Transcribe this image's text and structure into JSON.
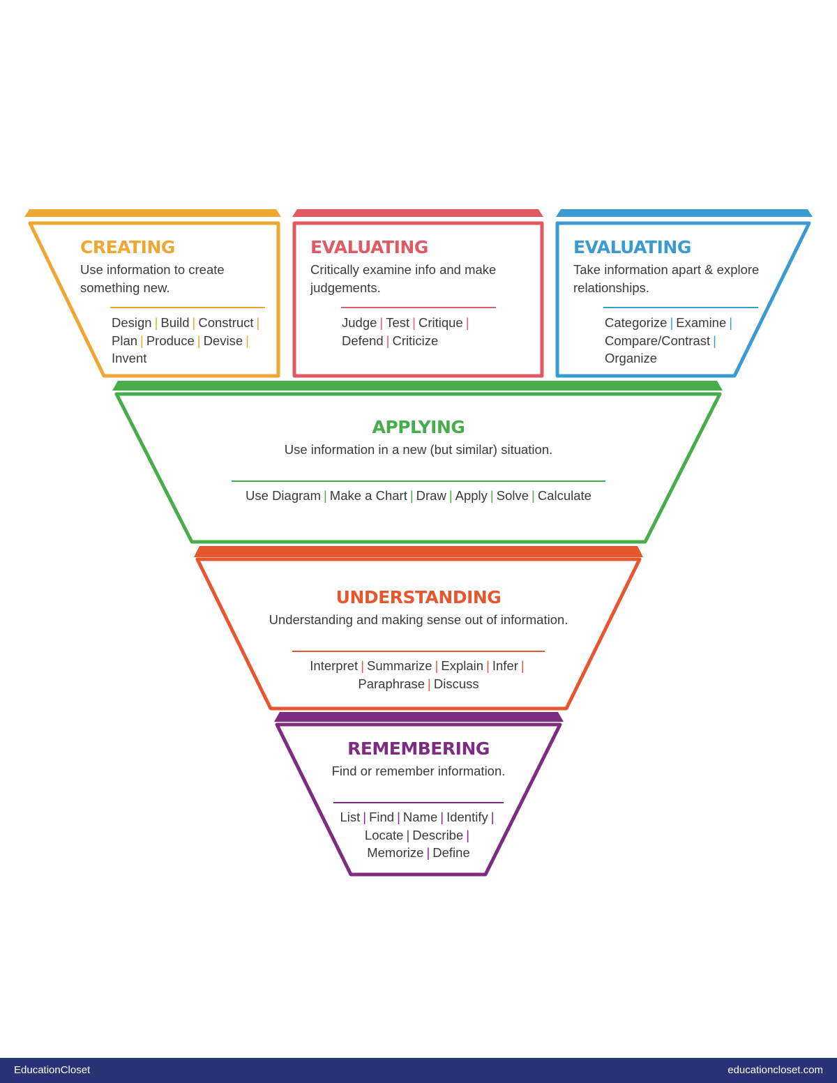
{
  "colors": {
    "creating": "#eda732",
    "evaluating_red": "#e05a64",
    "analyzing_blue": "#3a9bd3",
    "applying": "#46ad4a",
    "understanding": "#e4572f",
    "remembering": "#7d2c82",
    "footer": "#283376"
  },
  "creating": {
    "title": "CREATING",
    "desc": [
      "Use information to create",
      "something new."
    ],
    "words": [
      [
        "Design",
        "Build",
        "Construct"
      ],
      [
        "Plan",
        "Produce",
        "Devise"
      ],
      [
        "Invent"
      ]
    ]
  },
  "evaluating": {
    "title": "EVALUATING",
    "desc": [
      "Critically examine info and make",
      "judgements."
    ],
    "words": [
      [
        "Judge",
        "Test",
        "Critique"
      ],
      [
        "Defend",
        "Criticize"
      ]
    ]
  },
  "analyzing": {
    "title": "EVALUATING",
    "desc": [
      "Take information apart & explore",
      "relationships."
    ],
    "words": [
      [
        "Categorize",
        "Examine"
      ],
      [
        "Compare/Contrast"
      ],
      [
        "Organize"
      ]
    ]
  },
  "applying": {
    "title": "APPLYING",
    "desc": [
      "Use information in a new (but similar) situation."
    ],
    "words": [
      [
        "Use Diagram",
        "Make a Chart",
        "Draw",
        "Apply",
        "Solve",
        "Calculate"
      ]
    ]
  },
  "understanding": {
    "title": "UNDERSTANDING",
    "desc": [
      "Understanding and making sense out of information."
    ],
    "words": [
      [
        "Interpret",
        "Summarize",
        "Explain",
        "Infer"
      ],
      [
        "Paraphrase",
        "Discuss"
      ]
    ]
  },
  "remembering": {
    "title": "REMEMBERING",
    "desc": [
      "Find or remember information."
    ],
    "words": [
      [
        "List",
        "Find",
        "Name",
        "Identify"
      ],
      [
        "Locate",
        "Describe"
      ],
      [
        "Memorize",
        "Define"
      ]
    ]
  },
  "footer": {
    "left": "EducationCloset",
    "right": "educationcloset.com"
  }
}
